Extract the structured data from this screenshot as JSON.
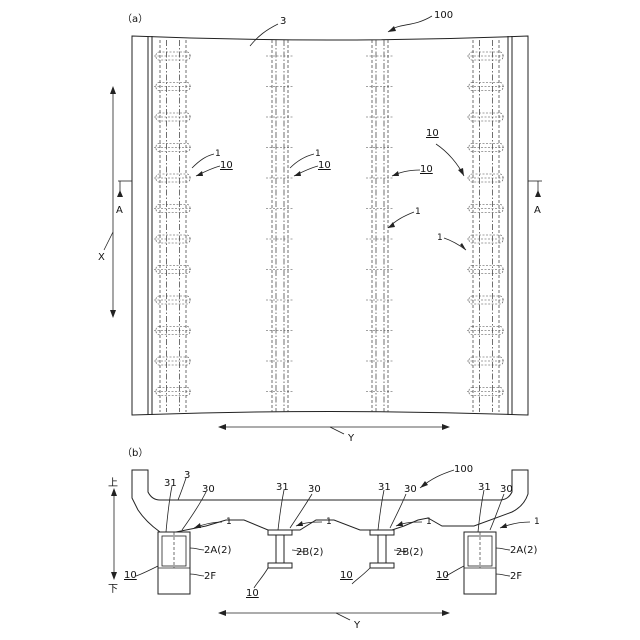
{
  "figure_a": {
    "panel_label": "（a）",
    "ref_100": "100",
    "ref_3": "3",
    "ref_1_list": [
      "1",
      "1",
      "1",
      "1"
    ],
    "ref_10_list": [
      "10",
      "10",
      "10",
      "10"
    ],
    "section_mark_left": "A",
    "section_mark_right": "A",
    "axis_x": "X",
    "axis_y": "Y"
  },
  "figure_b": {
    "panel_label": "（b）",
    "ref_100": "100",
    "ref_3": "3",
    "up_label": "上",
    "down_label": "下",
    "axis_y": "Y",
    "girders": [
      {
        "ref_31": "31",
        "ref_30": "30",
        "ref_1": "1",
        "ref_10": "10",
        "type_label": "2A(2)",
        "foot_label": "2F"
      },
      {
        "ref_31": "31",
        "ref_30": "30",
        "ref_1": "1",
        "ref_10": "10",
        "type_label": "2B(2)",
        "foot_label": ""
      },
      {
        "ref_31": "31",
        "ref_30": "30",
        "ref_1": "1",
        "ref_10": "10",
        "type_label": "2B(2)",
        "foot_label": ""
      },
      {
        "ref_31": "31",
        "ref_30": "30",
        "ref_1": "1",
        "ref_10": "10",
        "type_label": "2A(2)",
        "foot_label": "2F"
      }
    ]
  }
}
